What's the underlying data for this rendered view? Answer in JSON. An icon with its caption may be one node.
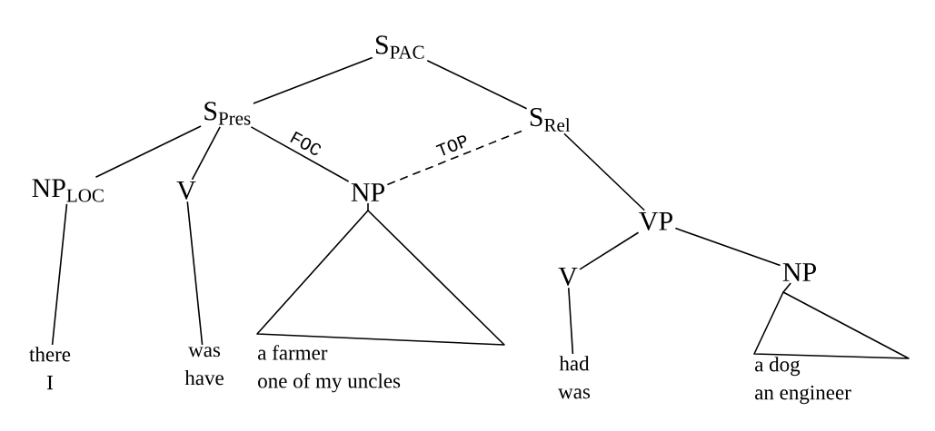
{
  "diagram": {
    "nodes": [
      {
        "text": [
          "S$_{PAC}$"
        ]
      },
      {
        "text": [
          "S$_{Pres}$"
        ]
      },
      {
        "text": [
          "S$_{Rel}$"
        ]
      },
      {
        "text": [
          "NP$_{LOC}$"
        ]
      },
      {
        "text": [
          "V"
        ]
      },
      {
        "text": [
          "NP"
        ]
      },
      {
        "text": [
          "VP"
        ]
      },
      {
        "text": [
          "V"
        ]
      },
      {
        "text": [
          "NP"
        ]
      },
      {
        "text": [
          "there",
          "I"
        ]
      },
      {
        "text": [
          "was",
          "have"
        ]
      },
      {
        "text": [],
        "shape": "triangle",
        "beside": [
          "a farmer",
          "one of my uncles"
        ]
      },
      {
        "text": [
          "had",
          "was"
        ]
      },
      {
        "text": [],
        "shape": "triangle",
        "beside": [
          "a dog",
          "an engineer"
        ]
      }
    ],
    "edges": [
      {
        "from": 0,
        "to": 1,
        "arrow": "none"
      },
      {
        "from": 0,
        "to": 2,
        "arrow": "none"
      },
      {
        "from": 1,
        "to": 3,
        "arrow": "none"
      },
      {
        "from": 1,
        "to": 4,
        "arrow": "none"
      },
      {
        "from": 1,
        "to": 5,
        "arrow": "none",
        "label": "FOC"
      },
      {
        "from": 5,
        "to": 2,
        "arrow": "none",
        "label": "TOP",
        "style": "dashed"
      },
      {
        "from": 2,
        "to": 6,
        "arrow": "none"
      },
      {
        "from": 6,
        "to": 7,
        "arrow": "none"
      },
      {
        "from": 6,
        "to": 8,
        "arrow": "none"
      },
      {
        "from": 3,
        "to": 9,
        "arrow": "none"
      },
      {
        "from": 4,
        "to": 10,
        "arrow": "none"
      },
      {
        "from": 5,
        "to": 11,
        "arrow": "none"
      },
      {
        "from": 7,
        "to": 12,
        "arrow": "none"
      },
      {
        "from": 8,
        "to": 13,
        "arrow": "none"
      }
    ]
  }
}
